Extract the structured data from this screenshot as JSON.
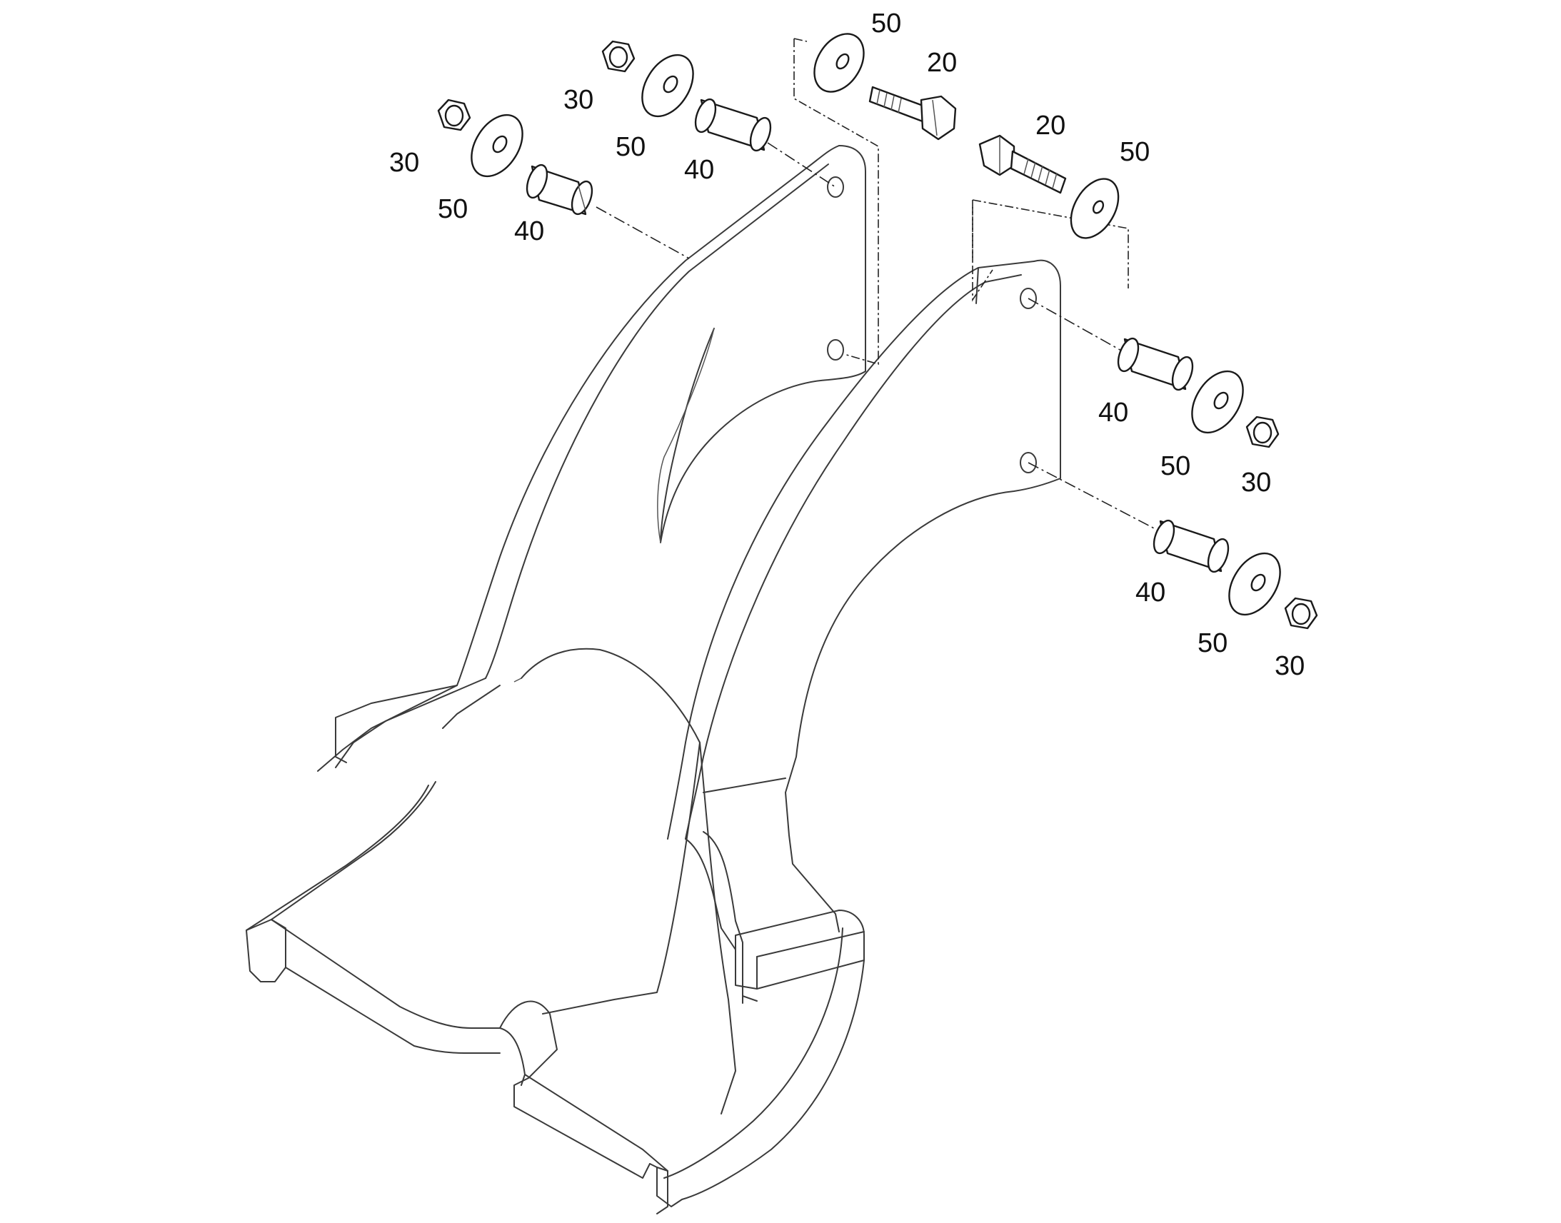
{
  "diagram": {
    "callouts": [
      {
        "id": "c-50-top",
        "text": "50"
      },
      {
        "id": "c-20-top",
        "text": "20"
      },
      {
        "id": "c-30-a",
        "text": "30"
      },
      {
        "id": "c-50-a",
        "text": "50"
      },
      {
        "id": "c-40-a",
        "text": "40"
      },
      {
        "id": "c-30-b",
        "text": "30"
      },
      {
        "id": "c-50-b",
        "text": "50"
      },
      {
        "id": "c-40-b",
        "text": "40"
      },
      {
        "id": "c-20-right",
        "text": "20"
      },
      {
        "id": "c-50-right",
        "text": "50"
      },
      {
        "id": "c-40-c",
        "text": "40"
      },
      {
        "id": "c-50-c",
        "text": "50"
      },
      {
        "id": "c-30-c",
        "text": "30"
      },
      {
        "id": "c-40-d",
        "text": "40"
      },
      {
        "id": "c-50-d",
        "text": "50"
      },
      {
        "id": "c-30-d",
        "text": "30"
      }
    ]
  }
}
